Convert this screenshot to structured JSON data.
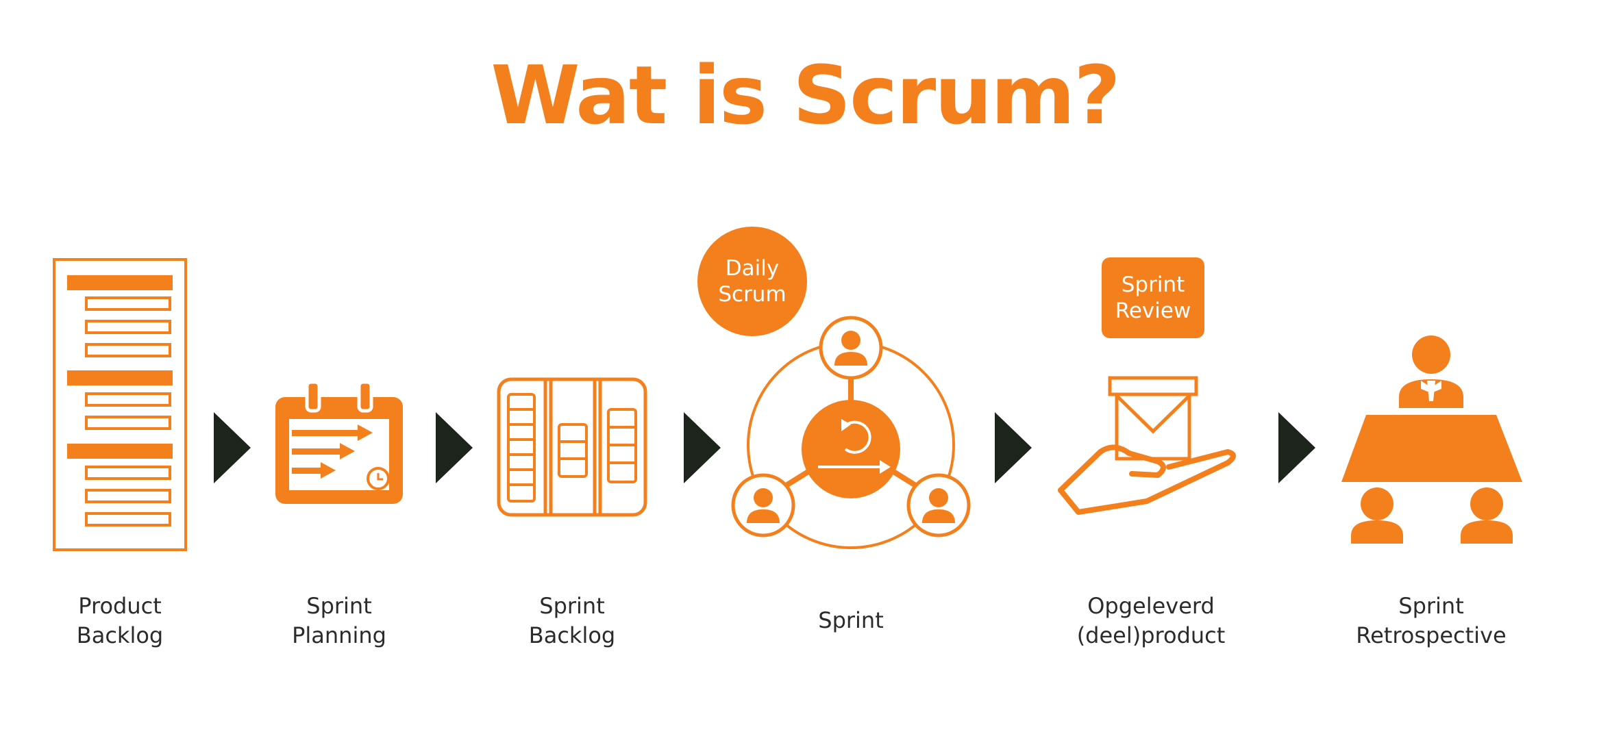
{
  "title": "Wat is Scrum?",
  "colors": {
    "accent": "#f47f1d",
    "arrow": "#1d241c",
    "text": "#2b2b2b",
    "background": "#ffffff"
  },
  "steps": [
    {
      "icon": "product-backlog-list-icon",
      "label": [
        "Product",
        "Backlog"
      ]
    },
    {
      "icon": "calendar-planning-icon",
      "label": [
        "Sprint",
        "Planning"
      ]
    },
    {
      "icon": "sprint-backlog-board-icon",
      "label": [
        "Sprint",
        "Backlog"
      ]
    },
    {
      "icon": "sprint-cycle-team-icon",
      "label": [
        "Sprint"
      ]
    },
    {
      "icon": "hand-delivery-box-icon",
      "label": [
        "Opgeleverd",
        "(deel)product"
      ]
    },
    {
      "icon": "retrospective-meeting-icon",
      "label": [
        "Sprint",
        "Retrospective"
      ]
    }
  ],
  "callouts": {
    "daily_scrum": [
      "Daily",
      "Scrum"
    ],
    "sprint_review": [
      "Sprint",
      "Review"
    ]
  }
}
